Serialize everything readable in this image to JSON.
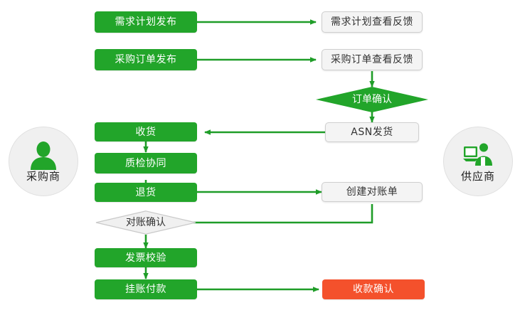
{
  "colors": {
    "green": "#22a52a",
    "red": "#f4512c",
    "light_box_bg": "#f4f4f4",
    "light_box_border": "#cfcfcf",
    "connector": "#1f9d28",
    "actor_circle_bg": "#f0f0f0",
    "text_on_green": "#ffffff",
    "text_dark": "#333333"
  },
  "actors": {
    "left": {
      "label": "采购商",
      "icon": "person-icon"
    },
    "right": {
      "label": "供应商",
      "icon": "person-at-computer-icon"
    }
  },
  "nodes": {
    "demand_plan_publish": {
      "label": "需求计划发布",
      "shape": "rect",
      "style": "green"
    },
    "demand_plan_feedback": {
      "label": "需求计划查看反馈",
      "shape": "rect",
      "style": "light"
    },
    "po_publish": {
      "label": "采购订单发布",
      "shape": "rect",
      "style": "green"
    },
    "po_feedback": {
      "label": "采购订单查看反馈",
      "shape": "rect",
      "style": "light"
    },
    "order_confirm": {
      "label": "订单确认",
      "shape": "diamond",
      "style": "green"
    },
    "asn_shipment": {
      "label": "ASN发货",
      "shape": "rect",
      "style": "light"
    },
    "goods_receipt": {
      "label": "收货",
      "shape": "rect",
      "style": "green"
    },
    "qc_collaboration": {
      "label": "质检协同",
      "shape": "rect",
      "style": "green"
    },
    "return_goods": {
      "label": "退货",
      "shape": "rect",
      "style": "green"
    },
    "create_statement": {
      "label": "创建对账单",
      "shape": "rect",
      "style": "light"
    },
    "statement_confirm": {
      "label": "对账确认",
      "shape": "diamond",
      "style": "light"
    },
    "invoice_verify": {
      "label": "发票校验",
      "shape": "rect",
      "style": "green"
    },
    "payment_posting": {
      "label": "挂账付款",
      "shape": "rect",
      "style": "green"
    },
    "receipt_confirm": {
      "label": "收款确认",
      "shape": "rect",
      "style": "red"
    }
  },
  "flow_edges": [
    {
      "from": "demand_plan_publish",
      "to": "demand_plan_feedback",
      "direction": "right"
    },
    {
      "from": "po_publish",
      "to": "po_feedback",
      "direction": "right"
    },
    {
      "from": "po_feedback",
      "to": "order_confirm",
      "direction": "down"
    },
    {
      "from": "order_confirm",
      "to": "asn_shipment",
      "direction": "down"
    },
    {
      "from": "asn_shipment",
      "to": "goods_receipt",
      "direction": "left"
    },
    {
      "from": "goods_receipt",
      "to": "qc_collaboration",
      "direction": "down"
    },
    {
      "from": "qc_collaboration",
      "to": "return_goods",
      "direction": "down"
    },
    {
      "from": "return_goods",
      "to": "create_statement",
      "direction": "right"
    },
    {
      "from": "create_statement",
      "to": "statement_confirm",
      "direction": "down-left"
    },
    {
      "from": "statement_confirm",
      "to": "invoice_verify",
      "direction": "down"
    },
    {
      "from": "invoice_verify",
      "to": "payment_posting",
      "direction": "down"
    },
    {
      "from": "payment_posting",
      "to": "receipt_confirm",
      "direction": "right"
    }
  ]
}
